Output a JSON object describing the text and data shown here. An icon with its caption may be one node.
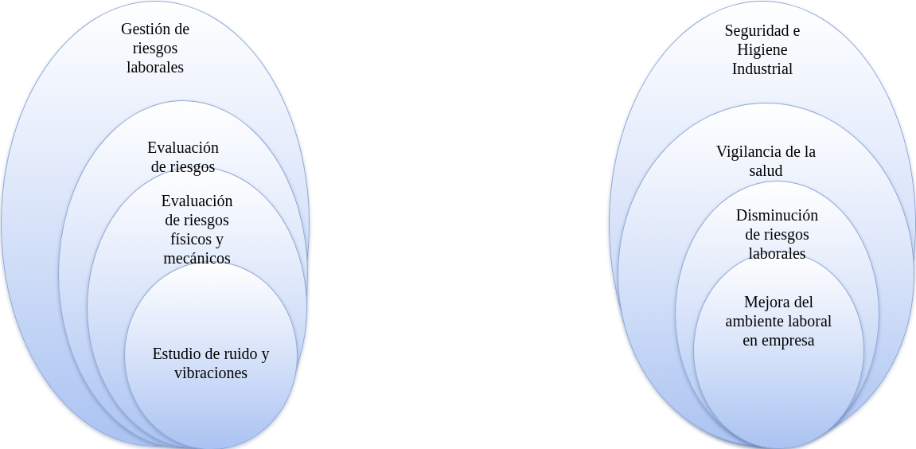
{
  "diagram": {
    "nodes": [
      {
        "text": [
          "Gestión de riesgos laborales"
        ]
      },
      {
        "text": [
          "Evaluación de riesgos"
        ],
        "in": 0
      },
      {
        "text": [
          "Evaluación de riesgos físicos y mecánicos"
        ],
        "in": 1
      },
      {
        "text": [
          "Estudio de ruido y vibraciones"
        ],
        "in": 2
      },
      {
        "text": [
          "Seguridad e Higiene Industrial"
        ]
      },
      {
        "text": [
          "Vigilancia de la salud"
        ],
        "in": 4
      },
      {
        "text": [
          "Disminución de riesgos laborales"
        ],
        "in": 5
      },
      {
        "text": [
          "Mejora del ambiente laboral en empresa"
        ],
        "in": 6
      }
    ]
  }
}
